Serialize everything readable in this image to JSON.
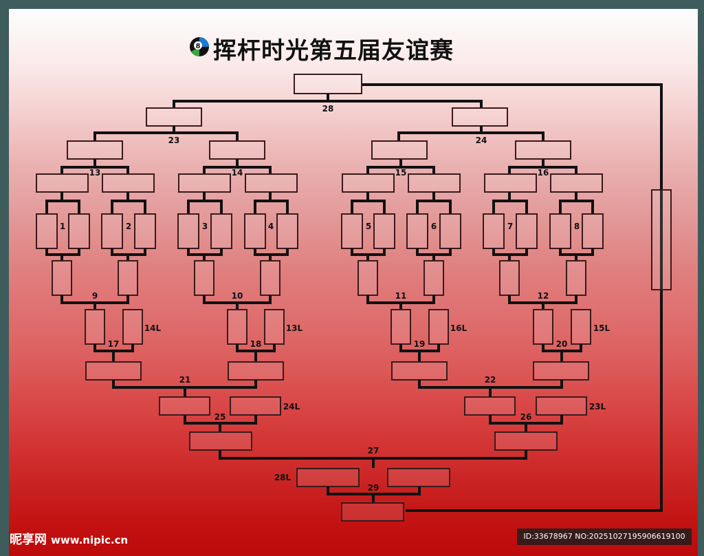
{
  "title": "挥杆时光第五届友谊赛",
  "logo_icon": "billiard-8-ball-icon",
  "match_labels": {
    "m1": "1",
    "m2": "2",
    "m3": "3",
    "m4": "4",
    "m5": "5",
    "m6": "6",
    "m7": "7",
    "m8": "8",
    "m9": "9",
    "m10": "10",
    "m11": "11",
    "m12": "12",
    "m13": "13",
    "m14": "14",
    "m15": "15",
    "m16": "16",
    "m17": "17",
    "m18": "18",
    "m19": "19",
    "m20": "20",
    "m21": "21",
    "m22": "22",
    "m23": "23",
    "m24": "24",
    "m25": "25",
    "m26": "26",
    "m27": "27",
    "m28": "28",
    "m29": "29"
  },
  "loser_labels": {
    "l14": "14L",
    "l13": "13L",
    "l16": "16L",
    "l15": "15L",
    "l24": "24L",
    "l23": "23L",
    "l28": "28L"
  },
  "footer": {
    "brand": "昵享网",
    "url": "www.nipic.cn",
    "id_text": "ID:33678967 NO:20251027195906619100"
  },
  "colors": {
    "line": "#111111",
    "box_border": "#3a1a1a"
  }
}
